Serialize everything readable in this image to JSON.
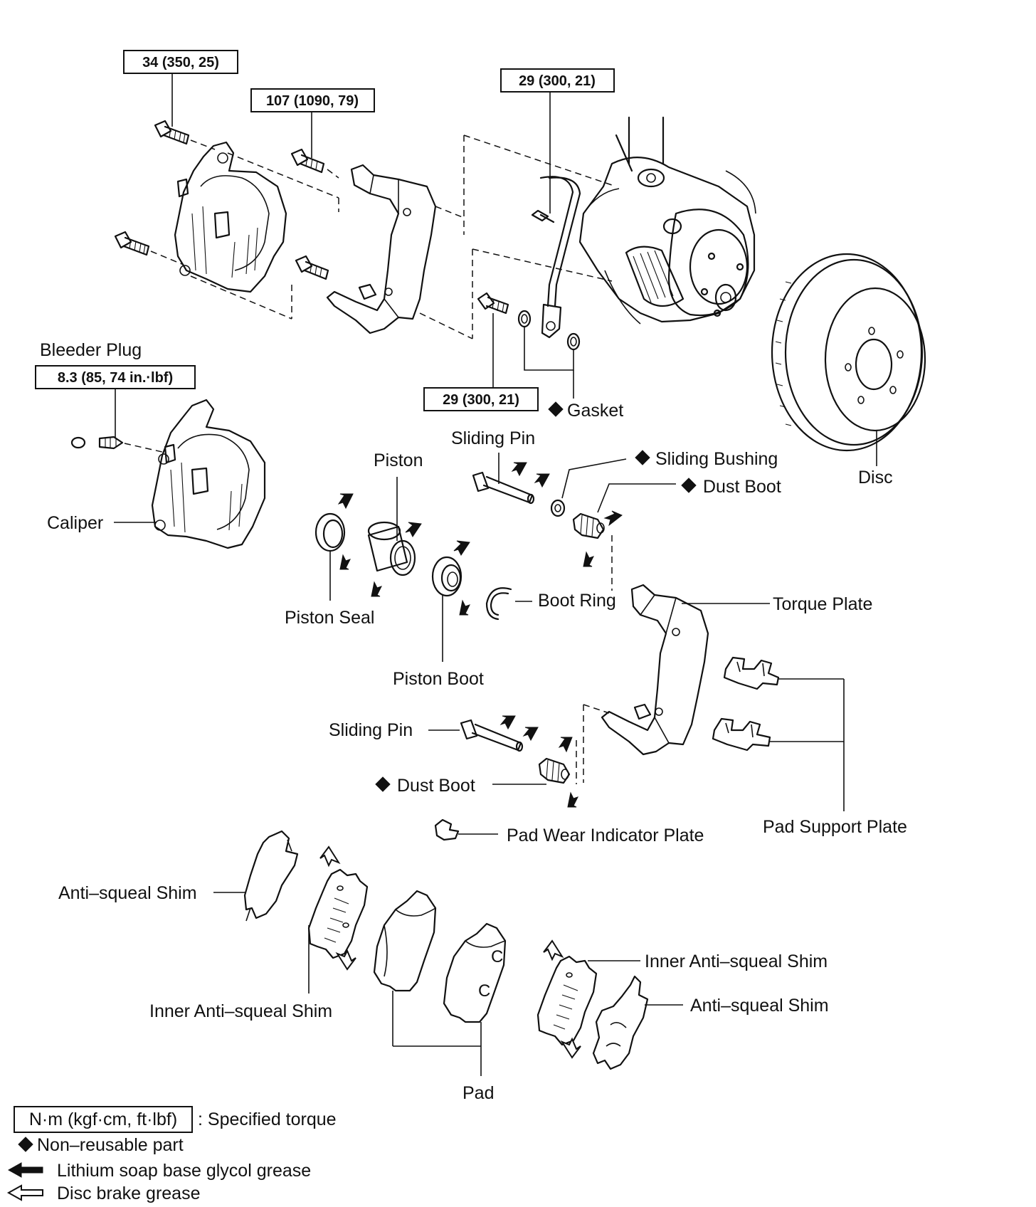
{
  "torque_specs": {
    "caliper_bolt": "34 (350, 25)",
    "torque_plate_bolt": "107 (1090, 79)",
    "hose_bracket_bolt": "29 (300, 21)",
    "union_bolt": "29 (300, 21)",
    "bleeder_plug": "8.3 (85, 74 in.·lbf)"
  },
  "labels": {
    "bleeder_plug": "Bleeder Plug",
    "gasket": "Gasket",
    "disc": "Disc",
    "sliding_pin_top": "Sliding Pin",
    "sliding_bushing": "Sliding Bushing",
    "dust_boot_top": "Dust Boot",
    "piston": "Piston",
    "caliper": "Caliper",
    "piston_seal": "Piston Seal",
    "boot_ring": "Boot Ring",
    "torque_plate": "Torque Plate",
    "piston_boot": "Piston Boot",
    "sliding_pin_bottom": "Sliding Pin",
    "dust_boot_bottom": "Dust Boot",
    "pad_support_plate": "Pad Support Plate",
    "pad_wear_indicator_plate": "Pad Wear Indicator Plate",
    "anti_squeal_shim_left": "Anti–squeal Shim",
    "inner_anti_squeal_shim_left": "Inner Anti–squeal Shim",
    "inner_anti_squeal_shim_right": "Inner Anti–squeal Shim",
    "anti_squeal_shim_right": "Anti–squeal Shim",
    "pad": "Pad"
  },
  "legend": {
    "torque_box": "N·m (kgf·cm, ft·lbf)",
    "torque_text": ": Specified torque",
    "non_reusable": "Non–reusable part",
    "lithium_grease": "Lithium soap base glycol grease",
    "disc_grease": "Disc brake grease"
  }
}
